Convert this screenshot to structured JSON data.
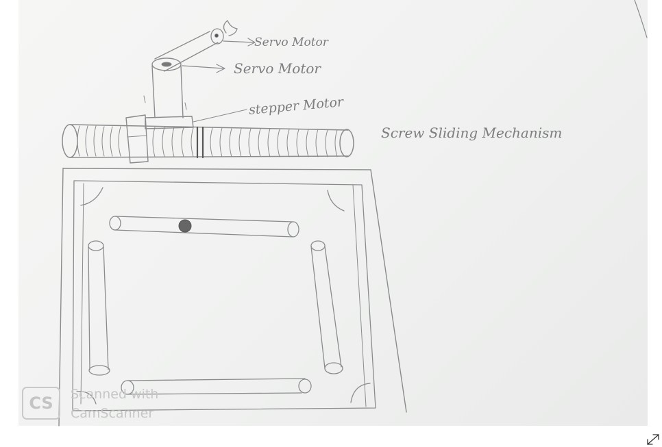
{
  "labels": {
    "servo_motor_top": "Servo Motor",
    "servo_motor": "Servo Motor",
    "stepper_motor": "stepper Motor",
    "screw_mechanism": "Screw Sliding Mechanism"
  },
  "watermark": {
    "logo": "CS",
    "line1": "Scanned with",
    "line2": "CamScanner"
  },
  "icons": {
    "corner": "expand-arrow-icon"
  },
  "colors": {
    "pencil": "#7d7d80",
    "paper": "#f1f2f1",
    "watermark": "#c6c6c6"
  }
}
